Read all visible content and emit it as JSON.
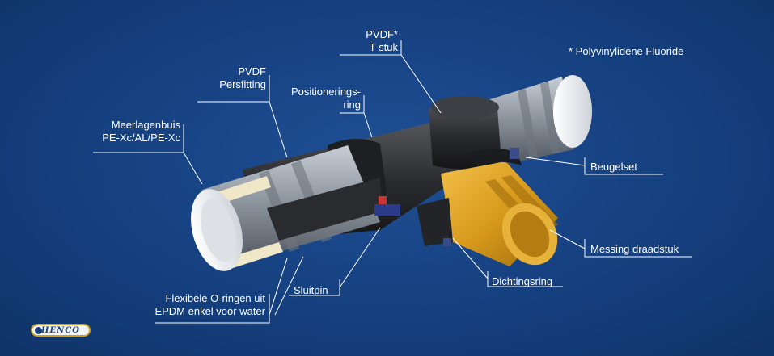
{
  "labels": {
    "pvdf_tee_line1": "PVDF*",
    "pvdf_tee_line2": "T-stuk",
    "footnote": "* Polyvinylidene Fluoride",
    "pvdf_press_line1": "PVDF",
    "pvdf_press_line2": "Persfitting",
    "positioning_line1": "Positionerings-",
    "positioning_line2": "ring",
    "multilayer_line1": "Meerlagenbuis",
    "multilayer_line2": "PE-Xc/AL/PE-Xc",
    "clamp_set": "Beugelset",
    "brass_thread": "Messing draadstuk",
    "sealing_ring": "Dichtingsring",
    "locking_pin": "Sluitpin",
    "orings_line1": "Flexibele O-ringen uit",
    "orings_line2": "EPDM enkel voor water"
  },
  "brand": {
    "logo_text": "HENCO"
  },
  "colors": {
    "background": "#15407f",
    "pvdf_black": "#2a2b2e",
    "brass": "#d89a1c",
    "steel": "#9aa3ad",
    "pipe_white": "#eef0f2"
  }
}
